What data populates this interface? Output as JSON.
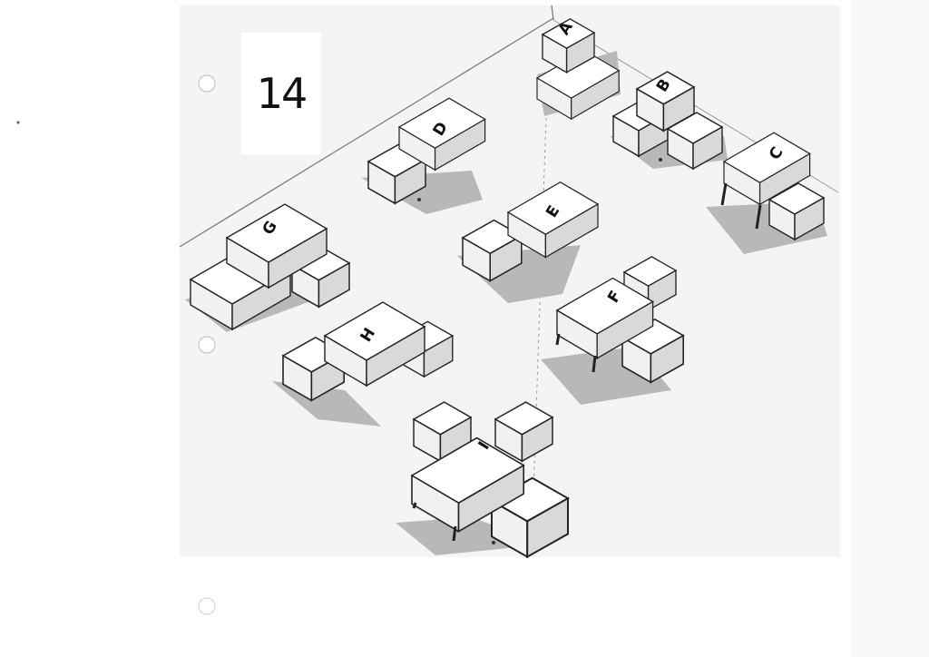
{
  "page": {
    "number": "14"
  },
  "pieces": [
    {
      "label": "A"
    },
    {
      "label": "B"
    },
    {
      "label": "C"
    },
    {
      "label": "D"
    },
    {
      "label": "E"
    },
    {
      "label": "F"
    },
    {
      "label": "G"
    },
    {
      "label": "H"
    },
    {
      "label": "I"
    }
  ]
}
